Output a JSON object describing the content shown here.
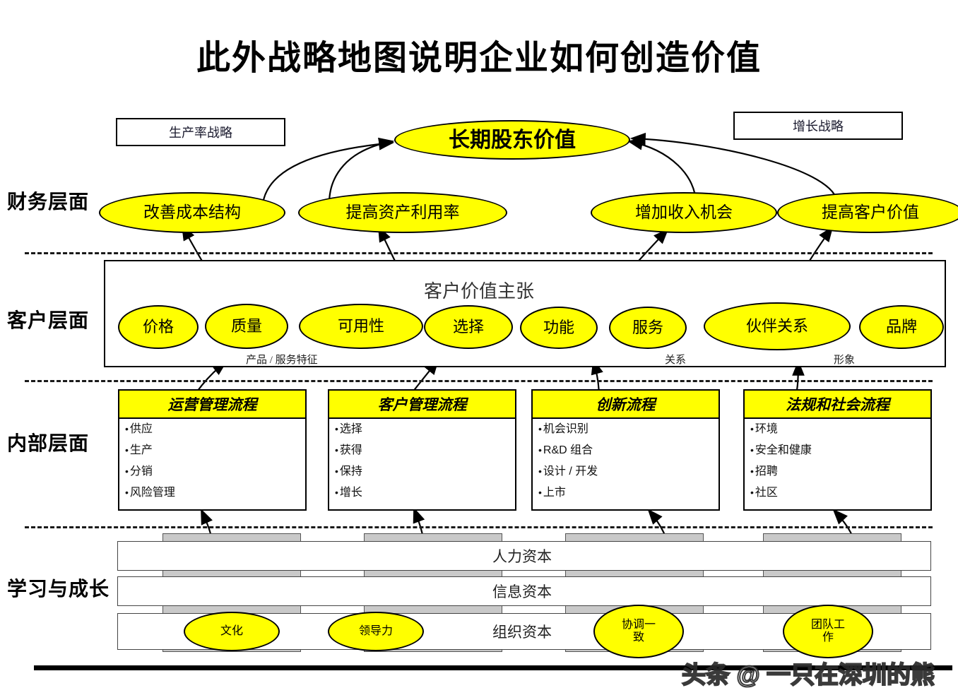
{
  "title": "此外战略地图说明企业如何创造价值",
  "layer_labels": [
    {
      "name": "financial",
      "label": "财务层面"
    },
    {
      "name": "customer",
      "label": "客户层面"
    },
    {
      "name": "internal",
      "label": "内部层面"
    },
    {
      "name": "learning",
      "label": "学习与成长"
    }
  ],
  "strategy_boxes": [
    {
      "name": "productivity-strategy",
      "label": "生产率战略"
    },
    {
      "name": "growth-strategy",
      "label": "增长战略"
    }
  ],
  "financial": {
    "hero": "长期股东价值",
    "objectives": [
      "改善成本结构",
      "提高资产利用率",
      "增加收入机会",
      "提高客户价值"
    ]
  },
  "customer": {
    "panel_title": "客户价值主张",
    "attributes": [
      "价格",
      "质量",
      "可用性",
      "选择",
      "功能",
      "服务",
      "伙伴关系",
      "品牌"
    ],
    "captions": [
      "产品 / 服务特征",
      "关系",
      "形象"
    ]
  },
  "internal": {
    "processes": [
      {
        "name": "operations-management",
        "header": "运营管理流程",
        "items": [
          "供应",
          "生产",
          "分销",
          "风险管理"
        ]
      },
      {
        "name": "customer-management",
        "header": "客户管理流程",
        "items": [
          "选择",
          "获得",
          "保持",
          "增长"
        ]
      },
      {
        "name": "innovation",
        "header": "创新流程",
        "items": [
          "机会识别",
          "R&D 组合",
          "设计 / 开发",
          "上市"
        ]
      },
      {
        "name": "regulatory-social",
        "header": "法规和社会流程",
        "items": [
          "环境",
          "安全和健康",
          "招聘",
          "社区"
        ]
      }
    ]
  },
  "learning": {
    "capitals": [
      "人力资本",
      "信息资本",
      "组织资本"
    ],
    "organization_items": [
      "文化",
      "领导力",
      "协调一致",
      "团队工作"
    ]
  },
  "watermark": "头条 @ 一只在深圳的熊",
  "colors": {
    "accent_yellow": "#ffff00",
    "band_gray": "#c9c9c9",
    "outline": "#000000"
  }
}
